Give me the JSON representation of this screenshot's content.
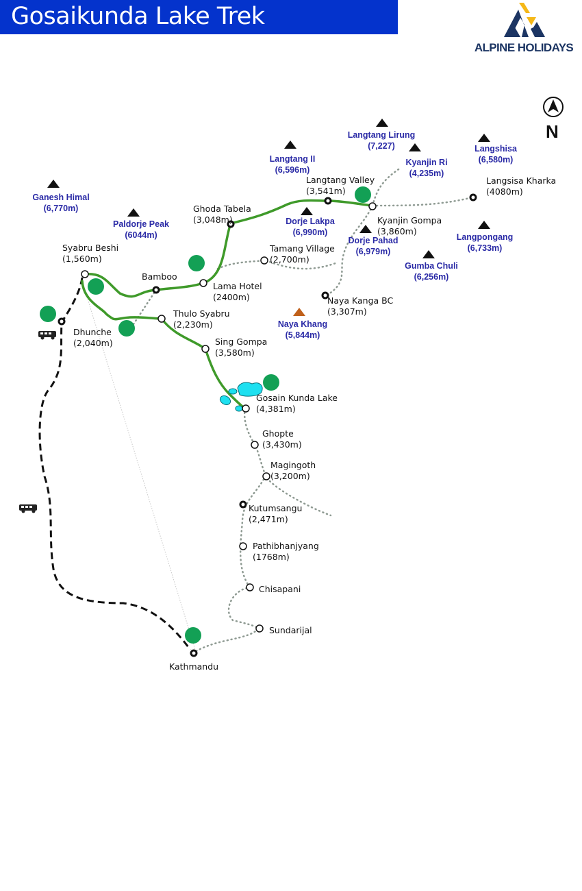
{
  "header": {
    "title": "Gosaikunda Lake Trek",
    "brand_color": "#0433cc"
  },
  "logo": {
    "text": "ALPINE HOLIDAYS",
    "colors": {
      "navy": "#1c3563",
      "gold": "#f5b818"
    }
  },
  "compass": {
    "icon": "north-arrow-icon",
    "label": "N"
  },
  "colors": {
    "trek_route": "#3f9a2a",
    "side_trail": "#8e9a92",
    "road": "#111111",
    "camp_marker": "#13a055",
    "lake": "#1ee0f0",
    "peak_label": "#2a2aa6",
    "highlight_peak": "#c0601a"
  },
  "peaks": [
    {
      "name": "Ganesh Himal",
      "elevation": "(6,770m)"
    },
    {
      "name": "Paldorje Peak",
      "elevation": "(6044m)"
    },
    {
      "name": "Langtang II",
      "elevation": "(6,596m)"
    },
    {
      "name": "Langtang Lirung",
      "elevation": "(7,227)"
    },
    {
      "name": "Kyanjin Ri",
      "elevation": "(4,235m)"
    },
    {
      "name": "Langshisa",
      "elevation": "(6,580m)"
    },
    {
      "name": "Dorje Lakpa",
      "elevation": "(6,990m)"
    },
    {
      "name": "Dorje Pahad",
      "elevation": "(6,979m)"
    },
    {
      "name": "Langpongang",
      "elevation": "(6,733m)"
    },
    {
      "name": "Gumba Chuli",
      "elevation": "(6,256m)"
    },
    {
      "name": "Naya Khang",
      "elevation": "(5,844m)"
    }
  ],
  "places": [
    {
      "name": "Syabru Beshi",
      "elevation": "(1,560m)"
    },
    {
      "name": "Bamboo",
      "elevation": ""
    },
    {
      "name": "Lama Hotel",
      "elevation": "(2400m)"
    },
    {
      "name": "Ghoda Tabela",
      "elevation": "(3,048m)"
    },
    {
      "name": "Langtang Valley",
      "elevation": "(3,541m)"
    },
    {
      "name": "Kyanjin Gompa",
      "elevation": "(3,860m)"
    },
    {
      "name": "Langsisa Kharka",
      "elevation": "(4080m)"
    },
    {
      "name": "Tamang Village",
      "elevation": "(2,700m)"
    },
    {
      "name": "Naya Kanga BC",
      "elevation": "(3,307m)"
    },
    {
      "name": "Dhunche",
      "elevation": "(2,040m)"
    },
    {
      "name": "Thulo Syabru",
      "elevation": "(2,230m)"
    },
    {
      "name": "Sing Gompa",
      "elevation": "(3,580m)"
    },
    {
      "name": "Gosain Kunda Lake",
      "elevation": "(4,381m)"
    },
    {
      "name": "Ghopte",
      "elevation": "(3,430m)"
    },
    {
      "name": "Magingoth",
      "elevation": "(3,200m)"
    },
    {
      "name": "Kutumsangu",
      "elevation": "(2,471m)"
    },
    {
      "name": "Pathibhanjyang",
      "elevation": "(1768m)"
    },
    {
      "name": "Chisapani",
      "elevation": ""
    },
    {
      "name": "Sundarijal",
      "elevation": ""
    },
    {
      "name": "Kathmandu",
      "elevation": ""
    }
  ],
  "legend_icons": [
    "bus-icon",
    "camp-marker-icon",
    "peak-icon",
    "lake-icon"
  ]
}
